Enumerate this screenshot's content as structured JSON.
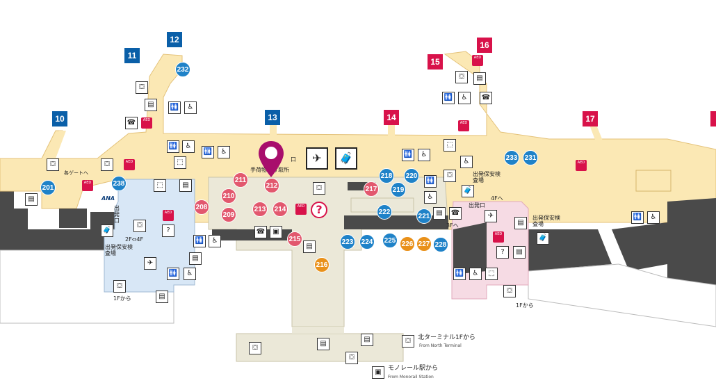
{
  "colors": {
    "yellow_area": "#fbe8b4",
    "blue_area": "#d8e7f6",
    "pink_area": "#f6dbe4",
    "beige_area": "#ebe8d8",
    "dark_area": "#4a4a4a",
    "gate_blue": "#0a5fa8",
    "gate_red": "#d8124a",
    "pin": "#a80e6c"
  },
  "gates": [
    {
      "label": "11",
      "color": "blue"
    },
    {
      "label": "12",
      "color": "blue"
    },
    {
      "label": "10",
      "color": "blue"
    },
    {
      "label": "13",
      "color": "blue"
    },
    {
      "label": "14",
      "color": "red"
    },
    {
      "label": "15",
      "color": "red"
    },
    {
      "label": "16",
      "color": "red"
    },
    {
      "label": "17",
      "color": "red"
    }
  ],
  "shops": [
    {
      "label": "232",
      "color": "blue"
    },
    {
      "label": "201",
      "color": "blue"
    },
    {
      "label": "238",
      "color": "blue"
    },
    {
      "label": "211",
      "color": "pink"
    },
    {
      "label": "212",
      "color": "pink"
    },
    {
      "label": "210",
      "color": "pink"
    },
    {
      "label": "208",
      "color": "pink"
    },
    {
      "label": "209",
      "color": "pink"
    },
    {
      "label": "213",
      "color": "pink"
    },
    {
      "label": "214",
      "color": "pink"
    },
    {
      "label": "215",
      "color": "pink"
    },
    {
      "label": "217",
      "color": "pink"
    },
    {
      "label": "218",
      "color": "blue"
    },
    {
      "label": "220",
      "color": "blue"
    },
    {
      "label": "219",
      "color": "blue"
    },
    {
      "label": "222",
      "color": "blue"
    },
    {
      "label": "221",
      "color": "blue"
    },
    {
      "label": "223",
      "color": "blue"
    },
    {
      "label": "224",
      "color": "blue"
    },
    {
      "label": "225",
      "color": "blue"
    },
    {
      "label": "226",
      "color": "orange"
    },
    {
      "label": "227",
      "color": "orange"
    },
    {
      "label": "228",
      "color": "blue"
    },
    {
      "label": "216",
      "color": "orange"
    },
    {
      "label": "233",
      "color": "blue"
    },
    {
      "label": "231",
      "color": "blue"
    }
  ],
  "icons": {
    "aed": "AED",
    "restroom": "🚻",
    "accessible": "♿",
    "phone": "☎",
    "escalator": "⛋",
    "elevator": "▤",
    "baggage": "🧳",
    "departures": "✈",
    "help": "?",
    "smoking": "⬚",
    "atm": "▣"
  },
  "labels": {
    "gate_arrow": "各ゲートへ",
    "ana": "ANA",
    "departure_exit_left": "出発口",
    "floor_2f4f": "2F⇔4F",
    "security_left": "出発保安検査場",
    "from_1f_left": "1Fから",
    "hand_baggage": "手荷物預け取所",
    "entrance": "口",
    "to_4f": "4Fへ",
    "to_3f": "3Fへ",
    "departure_exit_right": "出発口",
    "security_right_1": "出発保安検査場",
    "security_right_2": "出発保安検査場",
    "from_1f_right": "1Fから",
    "from_north_jp": "北ターミナル1Fから",
    "from_north_en": "From North Terminal",
    "from_monorail_jp": "モノレール駅から",
    "from_monorail_en": "From Monorail Station"
  }
}
